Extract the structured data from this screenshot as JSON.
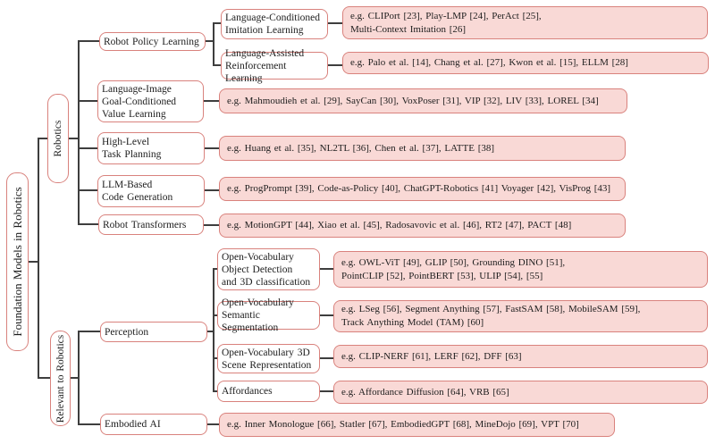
{
  "tree": {
    "root": "Foundation Models in Robotics",
    "branches": [
      {
        "label": "Robotics",
        "children": [
          {
            "lines": [
              "Robot Policy Learning"
            ],
            "children": [
              {
                "lines": [
                  "Language-Conditioned",
                  "Imitation Learning"
                ],
                "examples": [
                  "e.g. CLIPort [23], Play-LMP [24], PerAct [25],",
                  "Multi-Context Imitation [26]"
                ]
              },
              {
                "lines": [
                  "Language-Assisted",
                  "Reinforcement Learning"
                ],
                "examples": [
                  "e.g. Palo et al. [14], Chang et al. [27], Kwon et al. [15], ELLM [28]"
                ]
              }
            ]
          },
          {
            "lines": [
              "Language-Image",
              "Goal-Conditioned",
              "Value Learning"
            ],
            "examples": [
              "e.g. Mahmoudieh et al. [29], SayCan [30], VoxPoser [31], VIP [32], LIV [33], LOREL [34]"
            ]
          },
          {
            "lines": [
              "High-Level",
              "Task Planning"
            ],
            "examples": [
              "e.g. Huang et al. [35], NL2TL [36], Chen et al. [37], LATTE [38]"
            ]
          },
          {
            "lines": [
              "LLM-Based",
              "Code Generation"
            ],
            "examples": [
              "e.g. ProgPrompt [39], Code-as-Policy [40], ChatGPT-Robotics [41] Voyager [42], VisProg [43]"
            ]
          },
          {
            "lines": [
              "Robot Transformers"
            ],
            "examples": [
              "e.g. MotionGPT [44], Xiao et al. [45], Radosavovic et al. [46], RT2 [47], PACT [48]"
            ]
          }
        ]
      },
      {
        "label": "Relevant to Robotics",
        "children": [
          {
            "lines": [
              "Perception"
            ],
            "children": [
              {
                "lines": [
                  "Open-Vocabulary",
                  "Object Detection",
                  "and 3D classification"
                ],
                "examples": [
                  "e.g. OWL-ViT [49], GLIP [50], Grounding DINO [51],",
                  "PointCLIP [52], PointBERT [53], ULIP [54], [55]"
                ]
              },
              {
                "lines": [
                  "Open-Vocabulary",
                  "Semantic Segmentation"
                ],
                "examples": [
                  "e.g. LSeg [56], Segment Anything [57], FastSAM [58], MobileSAM [59],",
                  "Track Anything Model (TAM) [60]"
                ]
              },
              {
                "lines": [
                  "Open-Vocabulary 3D",
                  "Scene Representation"
                ],
                "examples": [
                  "e.g. CLIP-NERF [61], LERF [62], DFF [63]"
                ]
              },
              {
                "lines": [
                  "Affordances"
                ],
                "examples": [
                  "e.g. Affordance Diffusion [64], VRB [65]"
                ]
              }
            ]
          },
          {
            "lines": [
              "Embodied AI"
            ],
            "examples": [
              "e.g. Inner Monologue [66], Statler [67], EmbodiedGPT [68], MineDojo [69], VPT [70]"
            ]
          }
        ]
      }
    ]
  },
  "colors": {
    "leaf_fill": "#f9d9d6",
    "node_border": "#d9827d",
    "connector": "#3e3e3e",
    "text": "#1d1d1d",
    "background": "#ffffff"
  }
}
